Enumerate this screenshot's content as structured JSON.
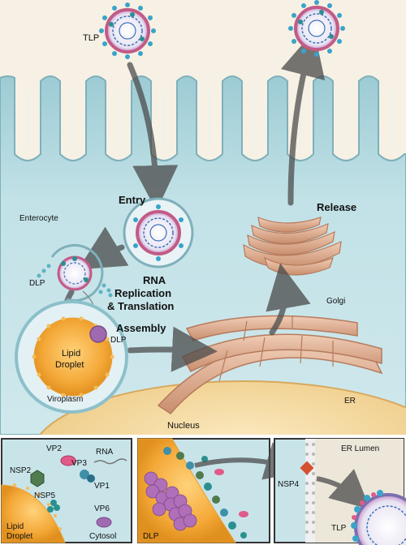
{
  "main": {
    "tlp_top": "TLP",
    "entry": "Entry",
    "release": "Release",
    "enterocyte": "Enterocyte",
    "dlp_left": "DLP",
    "rna_line1": "RNA",
    "rna_line2": "Replication",
    "rna_line3": "& Translation",
    "assembly": "Assembly",
    "dlp_assembly": "DLP",
    "lipid": "Lipid",
    "droplet": "Droplet",
    "viroplasm": "Viroplasm",
    "golgi": "Golgi",
    "er": "ER",
    "nucleus": "Nucleus"
  },
  "panel1": {
    "vp2": "VP2",
    "nsp2": "NSP2",
    "vp3": "VP3",
    "rna": "RNA",
    "vp1": "VP1",
    "nsp5": "NSP5",
    "vp6": "VP6",
    "lipid": "Lipid",
    "droplet": "Droplet",
    "cytosol": "Cytosol"
  },
  "panel2": {
    "dlp": "DLP"
  },
  "panel3": {
    "er_lumen": "ER Lumen",
    "nsp4": "NSP4",
    "tlp": "TLP"
  },
  "colors": {
    "cell_bg": "#bfe0e6",
    "lumen_bg": "#ece7d9",
    "droplet": "#f3a93a",
    "membrane": "#dba98c",
    "nucleus": "#f4dca6",
    "capsid_outer": "#c25b86",
    "capsid_spike": "#3aa3c9",
    "vp6_purple": "#a06ab0",
    "nsp2_green": "#4f7b4f"
  }
}
